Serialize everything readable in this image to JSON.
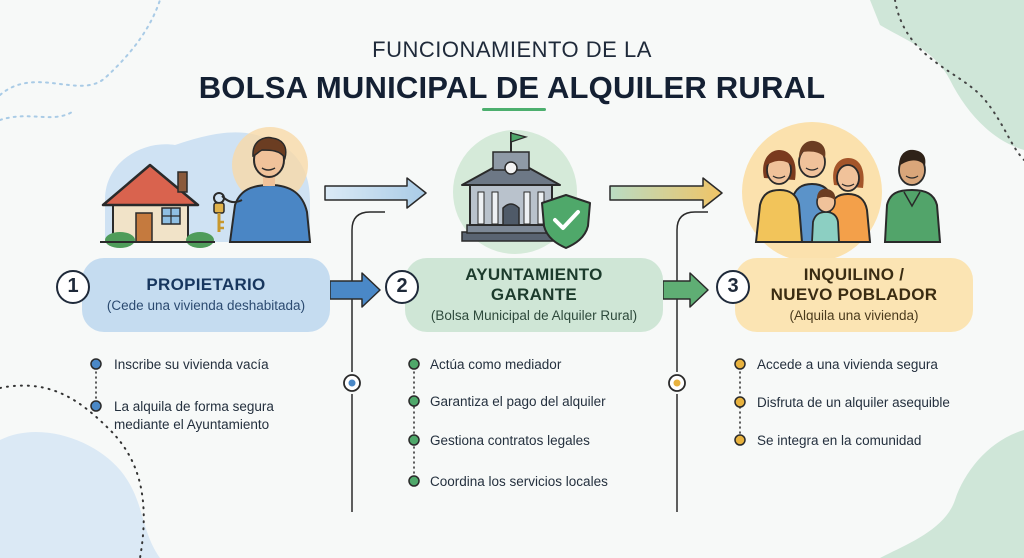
{
  "title": {
    "line1": "FUNCIONAMIENTO DE LA",
    "line2": "BOLSA MUNICIPAL DE ALQUILER RURAL"
  },
  "steps": [
    {
      "number": "1",
      "title": "PROPIETARIO",
      "subtitle": "(Cede una vivienda deshabitada)",
      "color": "#4a88c7",
      "items": [
        "Inscribe su vivienda vacía",
        "La alquila de forma segura mediante el Ayuntamiento"
      ]
    },
    {
      "number": "2",
      "title_line1": "AYUNTAMIENTO",
      "title_line2": "GARANTE",
      "subtitle": "(Bolsa Municipal de Alquiler Rural)",
      "color": "#4fa86a",
      "items": [
        "Actúa como mediador",
        "Garantiza el pago del alquiler",
        "Gestiona contratos legales",
        "Coordina los servicios locales"
      ]
    },
    {
      "number": "3",
      "title_line1": "INQUILINO /",
      "title_line2": "NUEVO POBLADOR",
      "subtitle": "(Alquila una vivienda)",
      "color": "#e8b23e",
      "items": [
        "Accede a una vivienda segura",
        "Disfruta de un alquiler asequible",
        "Se integra en la comunidad"
      ]
    }
  ],
  "icons": [
    "house-icon",
    "key-icon",
    "owner-person-icon",
    "town-hall-icon",
    "flag-icon",
    "shield-check-icon",
    "family-icon",
    "person-icon",
    "arrow-right-icon"
  ]
}
